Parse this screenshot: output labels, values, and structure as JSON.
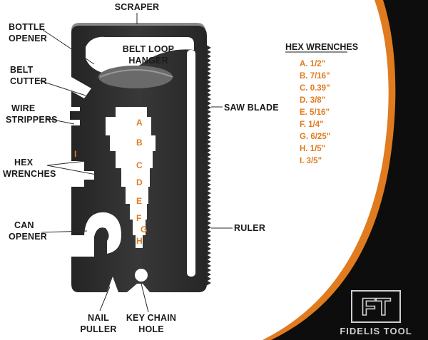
{
  "callouts": {
    "scraper": "Scraper",
    "bottle_opener": [
      "Bottle",
      "Opener"
    ],
    "belt_loop_hanger": [
      "Belt Loop",
      "Hanger"
    ],
    "belt_cutter": [
      "Belt",
      "Cutter"
    ],
    "wire_strippers": [
      "Wire",
      "Strippers"
    ],
    "saw_blade": "Saw Blade",
    "hex_wrenches": [
      "Hex",
      "Wrenches"
    ],
    "can_opener": [
      "Can",
      "Opener"
    ],
    "ruler": "Ruler",
    "nail_puller": [
      "Nail",
      "Puller"
    ],
    "key_chain_hole": [
      "Key Chain",
      "Hole"
    ]
  },
  "hex_letters": [
    "A",
    "B",
    "C",
    "D",
    "E",
    "F",
    "G",
    "H"
  ],
  "hex_letter_i": "I",
  "legend": {
    "title": "Hex Wrenches",
    "items": [
      "A. 1/2\"",
      "B. 7/16\"",
      "C. 0.39\"",
      "D. 3/8\"",
      "E. 5/16\"",
      "F. 1/4\"",
      "G. 6/25\"",
      "H. 1/5\"",
      "I. 3/5\""
    ]
  },
  "brand": {
    "logo_text": "FT",
    "name": "FIDELIS TOOL"
  },
  "colors": {
    "tool_body": "#2d2d2d",
    "accent_orange": "#e07b1f",
    "background_dark": "#0d0d0d"
  }
}
